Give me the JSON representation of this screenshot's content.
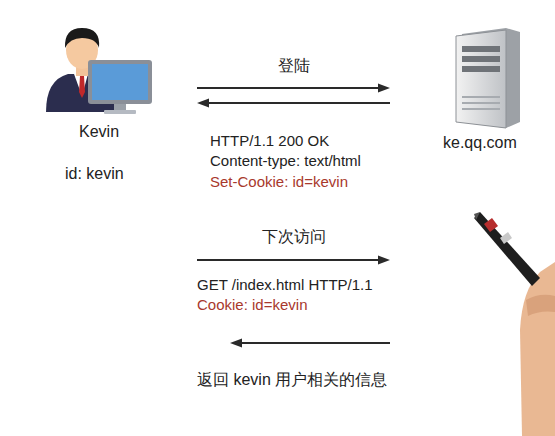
{
  "diagram": {
    "nodes": [
      {
        "text": [
          "Kevin",
          "id: kevin"
        ]
      },
      {
        "text": [
          "ke.qq.com"
        ]
      }
    ],
    "edges": [
      {
        "from": 0,
        "to": 1,
        "arrow": "to",
        "label": "登陆"
      },
      {
        "from": 1,
        "to": 0,
        "arrow": "to"
      },
      {
        "from": 0,
        "to": 1,
        "arrow": "to",
        "label": "下次访问"
      },
      {
        "from": 1,
        "to": 0,
        "arrow": "to",
        "label": "返回 kevin 用户相关的信息"
      }
    ],
    "labels": [
      "HTTP/1.1 200 OK",
      "Content-type: text/html",
      "Set-Cookie: id=kevin",
      "GET /index.html HTTP/1.1",
      "Cookie: id=kevin"
    ]
  }
}
